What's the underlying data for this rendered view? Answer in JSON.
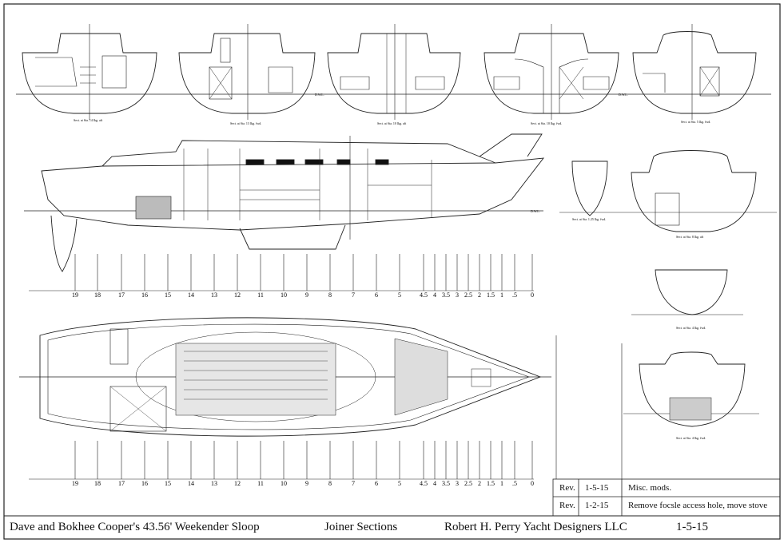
{
  "title_block": {
    "project": "Dave and Bokhee Cooper's 43.56' Weekender Sloop",
    "sheet": "Joiner Sections",
    "designer": "Robert H. Perry Yacht Designers LLC",
    "date": "1-5-15"
  },
  "revisions": [
    {
      "label": "Rev.",
      "date": "1-5-15",
      "note": "Misc. mods."
    },
    {
      "label": "Rev.",
      "date": "1-2-15",
      "note": "Remove focsle access hole, move stove"
    }
  ],
  "waterline_label": "D.W.L.",
  "sections_top": [
    {
      "caption": "Sect. at Sta. 14 lkg. aft"
    },
    {
      "caption": "Sect. at Sta. 13 lkg. fwd."
    },
    {
      "caption": "Sect. at Sta. 10 lkg. aft"
    },
    {
      "caption": "Sect. at Sta. 10 lkg. fwd."
    },
    {
      "caption": "Sect. at Sta. 5 lkg. fwd."
    }
  ],
  "sections_side": [
    {
      "caption": "Sect. at Sta. 1.25 lkg. fwd."
    },
    {
      "caption": "Sect. at Sta. 8 lkg. aft"
    },
    {
      "caption": "Sect. at Sta. 4 lkg. fwd."
    },
    {
      "caption": "Sect. at Sta. 4 lkg. fwd."
    }
  ],
  "stations": [
    "19",
    "18",
    "17",
    "16",
    "15",
    "14",
    "13",
    "12",
    "11",
    "10",
    "9",
    "8",
    "7",
    "6",
    "5",
    "4.5",
    "4",
    "3.5",
    "3",
    "2.5",
    "2",
    "1.5",
    "1",
    ".5",
    "0"
  ]
}
